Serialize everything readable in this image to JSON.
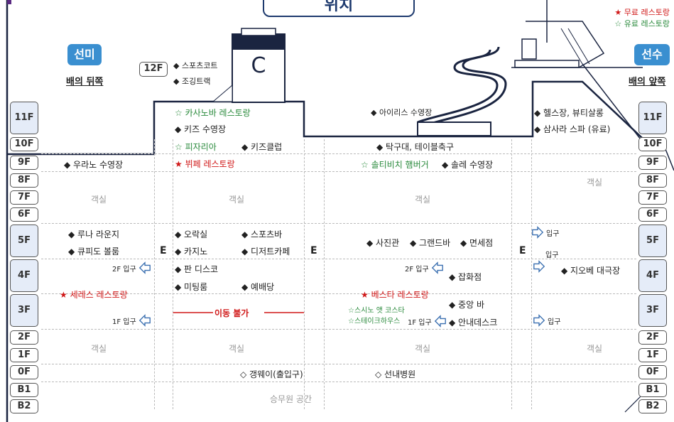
{
  "title": "위치",
  "legend": {
    "free": "★ 무료 레스토랑",
    "paid": "☆ 유료 레스토랑"
  },
  "stern": {
    "badge": "선미",
    "sub": "배의 뒤쪽"
  },
  "bow": {
    "badge": "선수",
    "sub": "배의 앞쪽"
  },
  "top_deck": {
    "floor": "12F",
    "items": [
      "◆ 스포츠코트",
      "◆ 조깅트랙"
    ]
  },
  "floors_left": [
    "11F",
    "10F",
    "9F",
    "8F",
    "7F",
    "6F",
    "5F",
    "4F",
    "3F",
    "2F",
    "1F",
    "0F",
    "B1",
    "B2"
  ],
  "floors_right": [
    "11F",
    "10F",
    "9F",
    "8F",
    "7F",
    "6F",
    "5F",
    "4F",
    "3F",
    "2F",
    "1F",
    "0F",
    "B1",
    "B2"
  ],
  "zones": {
    "casanova": "☆ 카사노바 레스토랑",
    "kids_pool": "◆ 키즈 수영장",
    "pizzeria": "☆ 피자리아",
    "kids_club": "◆ 키즈클럽",
    "buffet": "★ 뷔페 레스토랑",
    "iris_pool": "◆ 아이리스  수영장",
    "table_tennis": "◆ 탁구대, 테이블축구",
    "solteevichi": "☆ 솔티비치 햄버거",
    "sole_pool": "◆ 솔레 수영장",
    "gym": "◆ 헬스장, 뷰티살롱",
    "spa": "◆ 삼사라 스파 (유료)",
    "urano_pool": "◆ 우라노 수영장",
    "cabin": "객실",
    "luna": "◆ 루나 라운지",
    "cupid": "◆ 큐피도 볼룸",
    "seres": "★ 세레스 레스토랑",
    "game_room": "◆ 오락실",
    "sports_bar": "◆ 스포츠바",
    "casino": "◆ 카지노",
    "dessert": "◆ 디저트카페",
    "pan_disco": "◆ 판 디스코",
    "meeting": "◆ 미팅룸",
    "chapel": "◆ 예배당",
    "no_move": "이동 불가",
    "photo": "◆ 사진관",
    "grand_bar": "◆ 그랜드바",
    "duty_free": "◆ 면세점",
    "variety": "◆ 잡화점",
    "vesta": "★ 베스타 레스토랑",
    "central_bar": "◆ 중앙 바",
    "sushi": "☆스시노 앳 코스타",
    "steak": "☆스테이크하우스",
    "info_desk": "◆ 안내데스크",
    "giove": "◆ 지오베 대극장",
    "gangway": "◇ 갱웨이(출입구)",
    "hospital": "◇ 선내병원",
    "crew": "승무원 공간"
  },
  "labels": {
    "elevator": "E",
    "entry_2f": "2F 입구",
    "entry_1f": "1F 입구",
    "entry": "입구"
  },
  "colors": {
    "accent": "#3a8fd0",
    "free": "#d01818",
    "paid": "#2a8a3c",
    "title": "#1e3a6e"
  }
}
